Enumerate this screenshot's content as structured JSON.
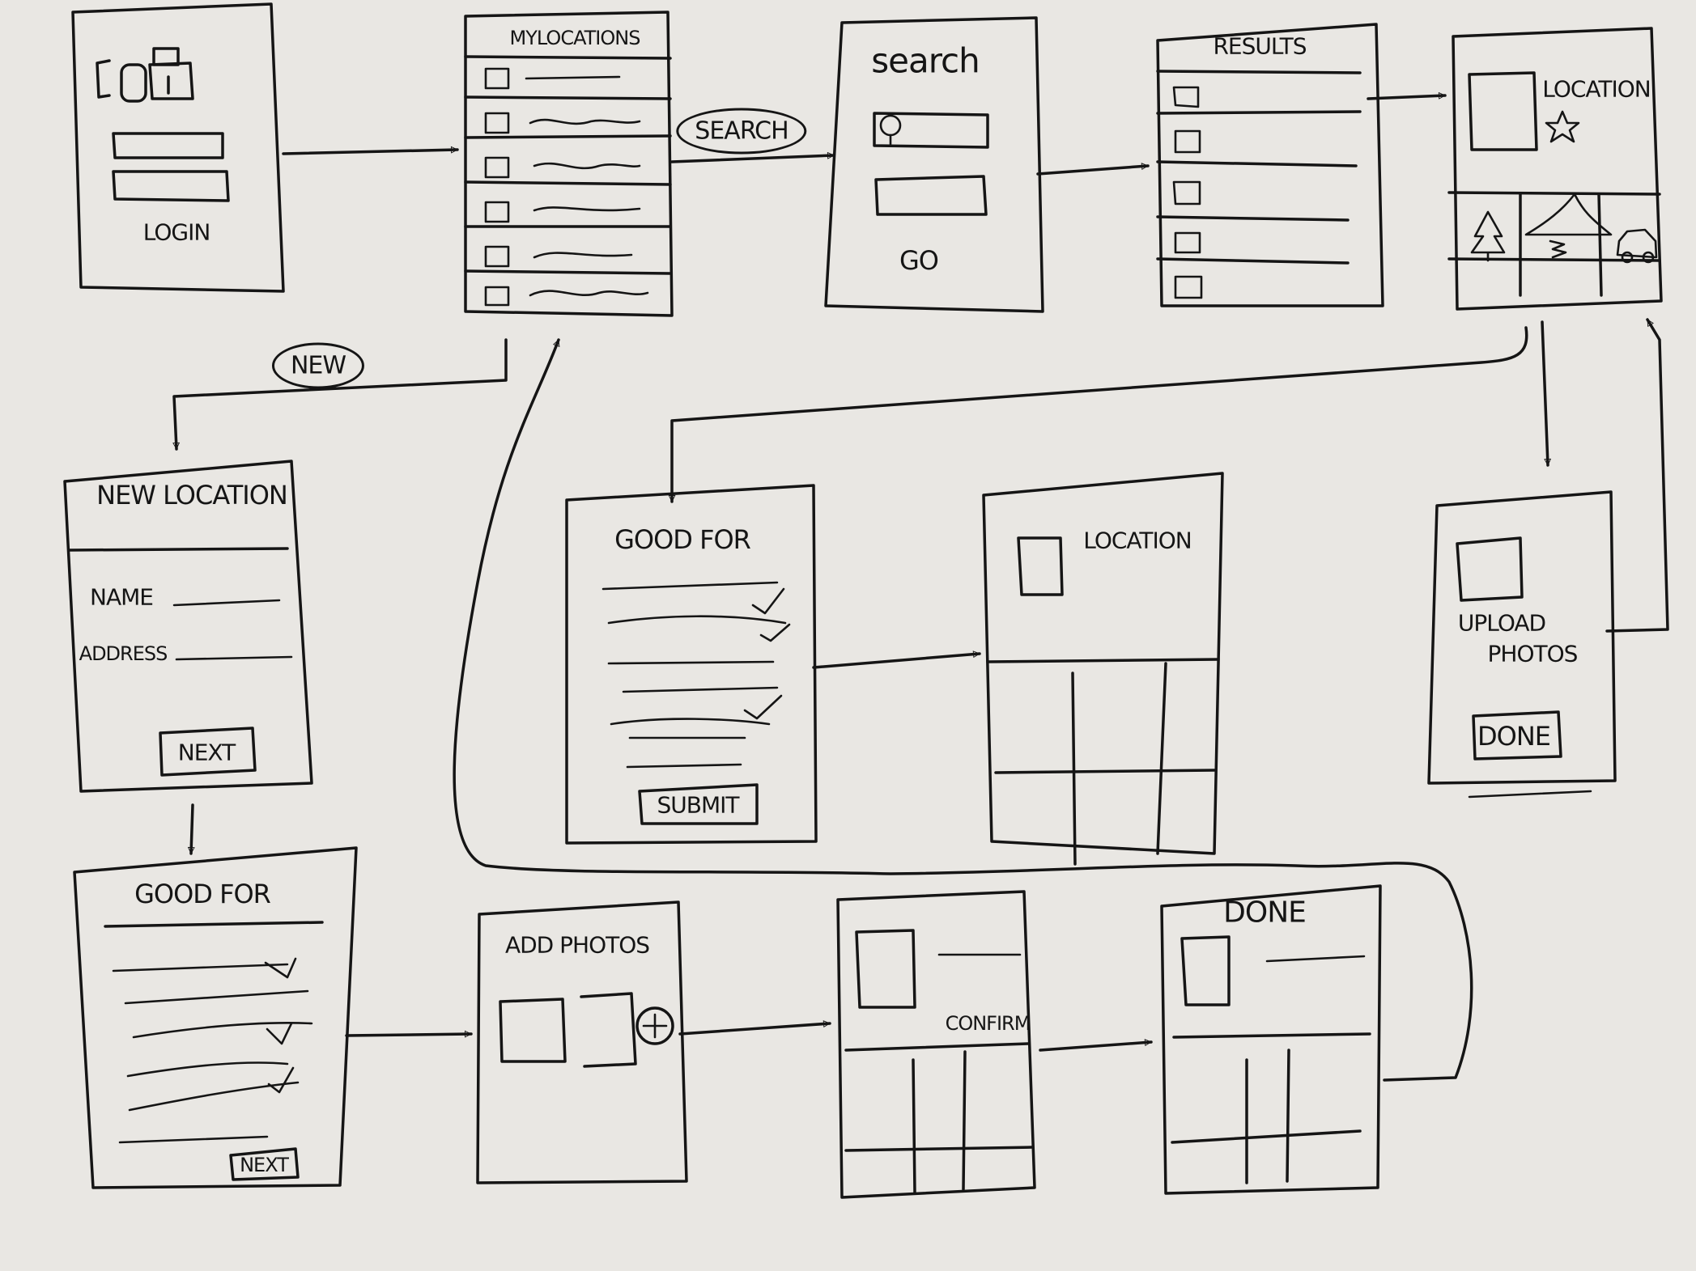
{
  "screens": {
    "login": {
      "button_label": "LOGIN"
    },
    "my_locations": {
      "title": "MYLOCATIONS"
    },
    "search": {
      "title": "search",
      "go_label": "GO"
    },
    "results": {
      "title": "RESULTS"
    },
    "location_detail": {
      "title": "LOCATION"
    },
    "new_location": {
      "title": "NEW LOCATION",
      "name_label": "NAME",
      "address_label": "ADDRESS",
      "next_label": "NEXT"
    },
    "good_for_review": {
      "title": "GOOD FOR",
      "submit_label": "SUBMIT"
    },
    "location_result": {
      "title": "LOCATION"
    },
    "upload_photos": {
      "title_line1": "UPLOAD",
      "title_line2": "PHOTOS",
      "done_label": "DONE"
    },
    "good_for_new": {
      "title": "GOOD FOR",
      "next_label": "NEXT"
    },
    "add_photos": {
      "title": "ADD PHOTOS"
    },
    "confirm": {
      "label": "CONFIRM"
    },
    "done": {
      "title": "DONE"
    }
  },
  "connectors": {
    "search_label": "SEARCH",
    "new_label": "NEW"
  },
  "icons": {
    "location_amenities": [
      "tree-icon",
      "tent-icon",
      "car-icon"
    ],
    "favorite": "star-icon",
    "add_photo": "plus-circle-icon"
  }
}
